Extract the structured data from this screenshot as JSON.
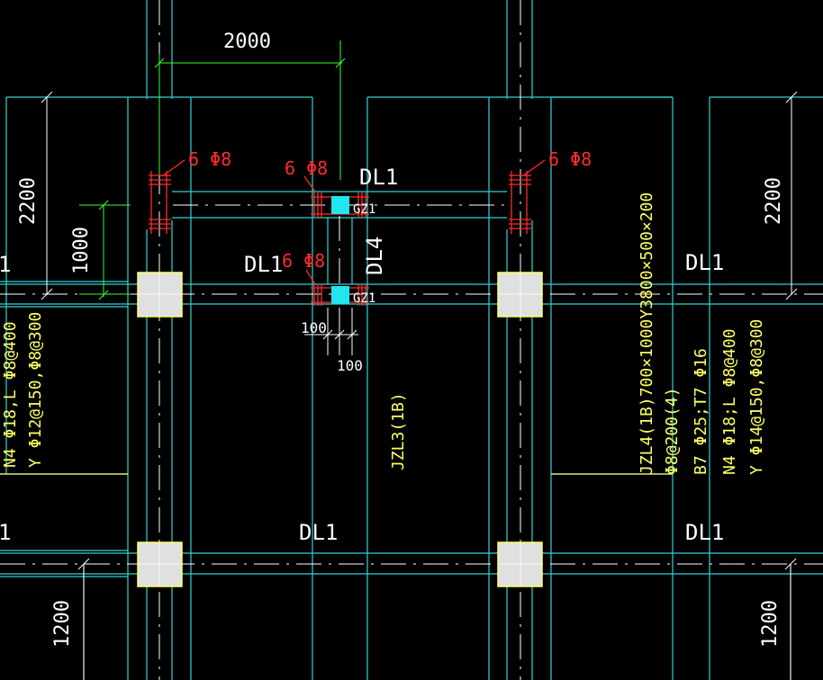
{
  "colors": {
    "background": "#000000",
    "grid_cyan": "#2fd4d4",
    "axis_white": "#ffffff",
    "dimension_green": "#33ff33",
    "rebar_red": "#ff2b2b",
    "annotation_yellow": "#ffff66",
    "column_fill": "#e0e0e0",
    "gz_fill": "#22e5ef"
  },
  "dimensions": {
    "top_span": "2000",
    "left_upper": "2200",
    "left_mid": "1000",
    "right_upper": "2200",
    "left_lower": "1200",
    "right_lower": "1200",
    "small_a": "100",
    "small_b": "100"
  },
  "beams": {
    "dl1_top": "DL1",
    "dl1_left": "DL1",
    "dl1_right_upper": "DL1",
    "dl1_center_lower": "DL1",
    "dl1_right_lower": "DL1",
    "dl4_vertical": "DL4",
    "left_edge_upper": "1",
    "left_edge_lower": "1"
  },
  "rebar_labels": {
    "left": "6 Φ8",
    "center_top": "6 Φ8",
    "center_mid": "6 Φ8",
    "right": "6 Φ8"
  },
  "columns": {
    "gz_top": "GZ1",
    "gz_bottom": "GZ1"
  },
  "annotations": {
    "left_line1": "N4 Φ18,L Φ8@400",
    "left_line2": "Y Φ12@150,Φ8@300",
    "jzl3": "JZL3(1B)",
    "jzl4_line1": "JZL4(1B)700×1000Y3800×500×200",
    "jzl4_line2": "Φ8@200(4)",
    "jzl4_line3": "B7 Φ25;T7 Φ16",
    "jzl4_line4": "N4 Φ18;L Φ8@400",
    "jzl4_line5": "Y Φ14@150,Φ8@300"
  }
}
